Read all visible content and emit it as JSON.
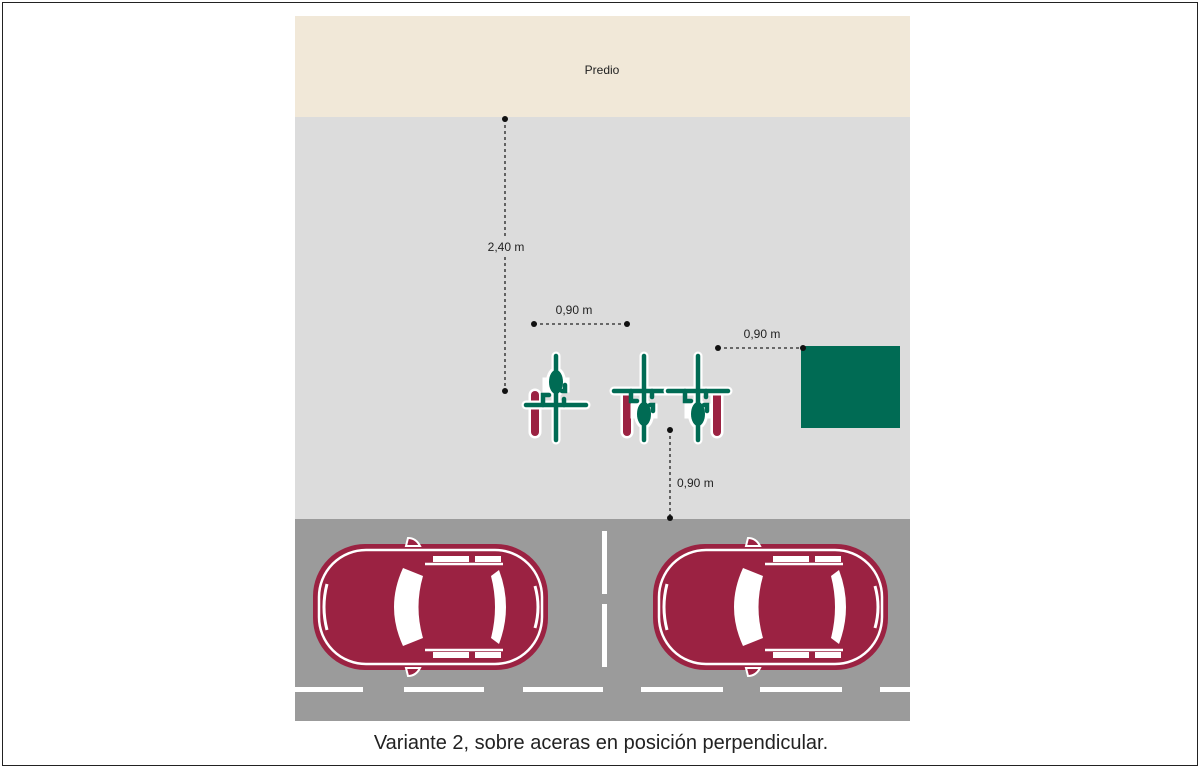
{
  "lot": {
    "label": "Predio"
  },
  "measures": {
    "building_setback": "2,40 m",
    "bike_spacing": "0,90 m",
    "obstacle_clearance": "0,90 m",
    "curb_clearance": "0,90 m"
  },
  "colors": {
    "lot": "#f1e8d8",
    "sidewalk": "#dcdcdc",
    "road": "#9b9b9b",
    "bike": "#006b54",
    "accent": "#9b2242",
    "obstacle": "#006b54"
  },
  "icons": [
    "bicycle-icon",
    "car-icon",
    "obstacle-square"
  ],
  "caption": "Variante 2, sobre aceras en posición perpendicular."
}
